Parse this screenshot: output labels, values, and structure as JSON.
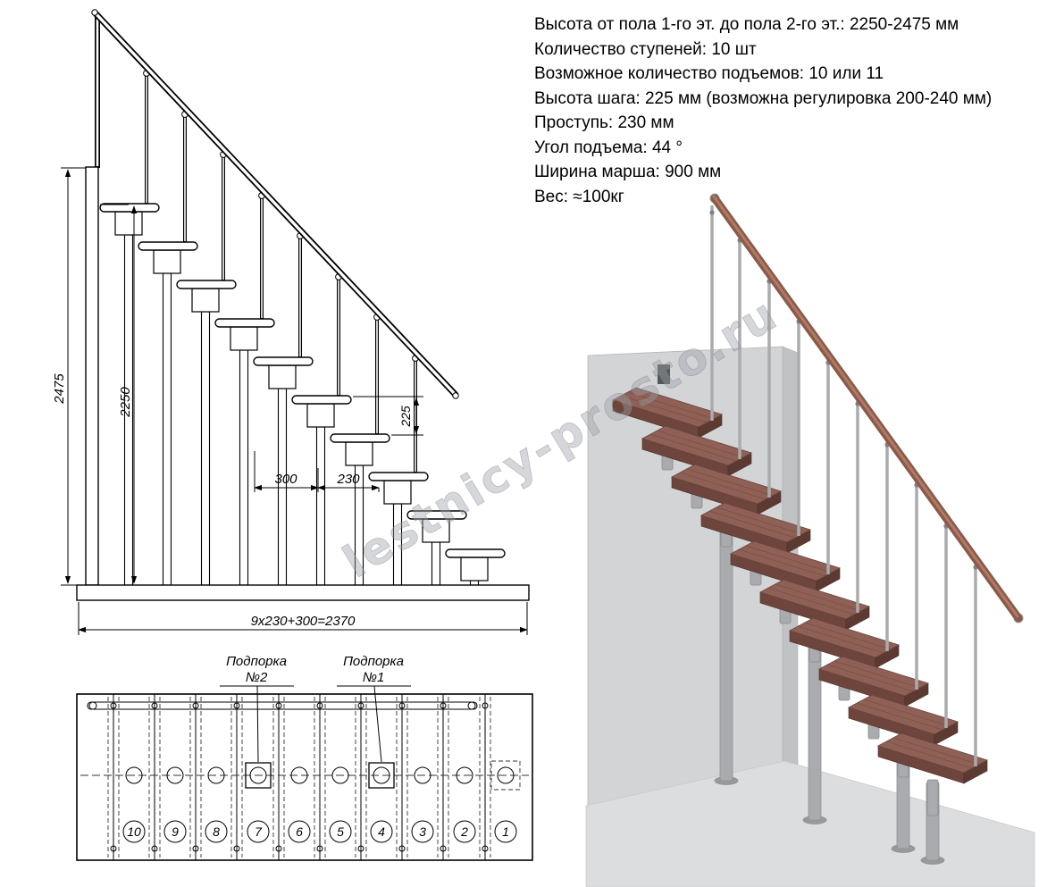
{
  "specs": {
    "lines": [
      "Высота от пола 1-го эт. до пола 2-го эт.: 2250-2475 мм",
      "Количество ступеней: 10 шт",
      "Возможное количество подъемов: 10 или 11",
      "Высота шага: 225 мм (возможна регулировка 200-240 мм)",
      "Проступь: 230 мм",
      "Угол подъема: 44 °",
      "Ширина марша: 900 мм",
      "Вес: ≈100кг"
    ]
  },
  "elevation": {
    "dim_2475": "2475",
    "dim_2250": "2250",
    "dim_225": "225",
    "dim_300": "300",
    "dim_230": "230",
    "dim_total": "9x230+300=2370"
  },
  "plan": {
    "numbers": [
      "10",
      "9",
      "8",
      "7",
      "6",
      "5",
      "4",
      "3",
      "2",
      "1"
    ],
    "support2_line1": "Подпорка",
    "support2_line2": "№2",
    "support1_line1": "Подпорка",
    "support1_line2": "№1"
  },
  "watermark": "lestnicy-prosto.ru",
  "colors": {
    "wood_top": "#8F6055",
    "wood_front": "#6D453C",
    "wood_side": "#5C3A32",
    "metal": "#A9ABAE",
    "metal_dark": "#8A8C8E",
    "wall": "#D2D4D6",
    "wall_edge": "#C0C2C4",
    "wall_top": "#E0E2E4",
    "floor": "#DCDDDF",
    "rail_wood": "#8A5A4A"
  }
}
